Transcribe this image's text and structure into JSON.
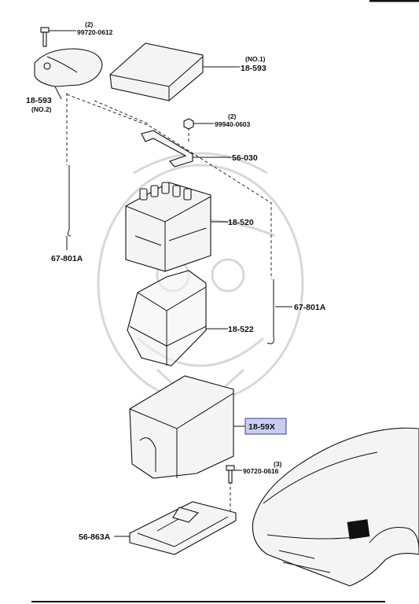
{
  "parts": {
    "bolt_top": "99720-0612",
    "bolt_top_qty": "(2)",
    "cover_no1_tag": "(NO.1)",
    "cover_no1": "18-593",
    "cover_no2": "18-593",
    "cover_no2_tag": "(NO.2)",
    "nut": "99940-0603",
    "nut_qty": "(2)",
    "clamp": "56-030",
    "battery": "18-520",
    "rod_left": "67-801A",
    "rod_right": "67-801A",
    "frame": "18-522",
    "tray_box": "18-59X",
    "bolt_bottom": "90720-0616",
    "bolt_bottom_qty": "(3)",
    "base": "56-863A"
  },
  "colors": {
    "highlight": "#c8cdf0",
    "highlight_border": "#3a3f8f",
    "ink": "#111111"
  }
}
